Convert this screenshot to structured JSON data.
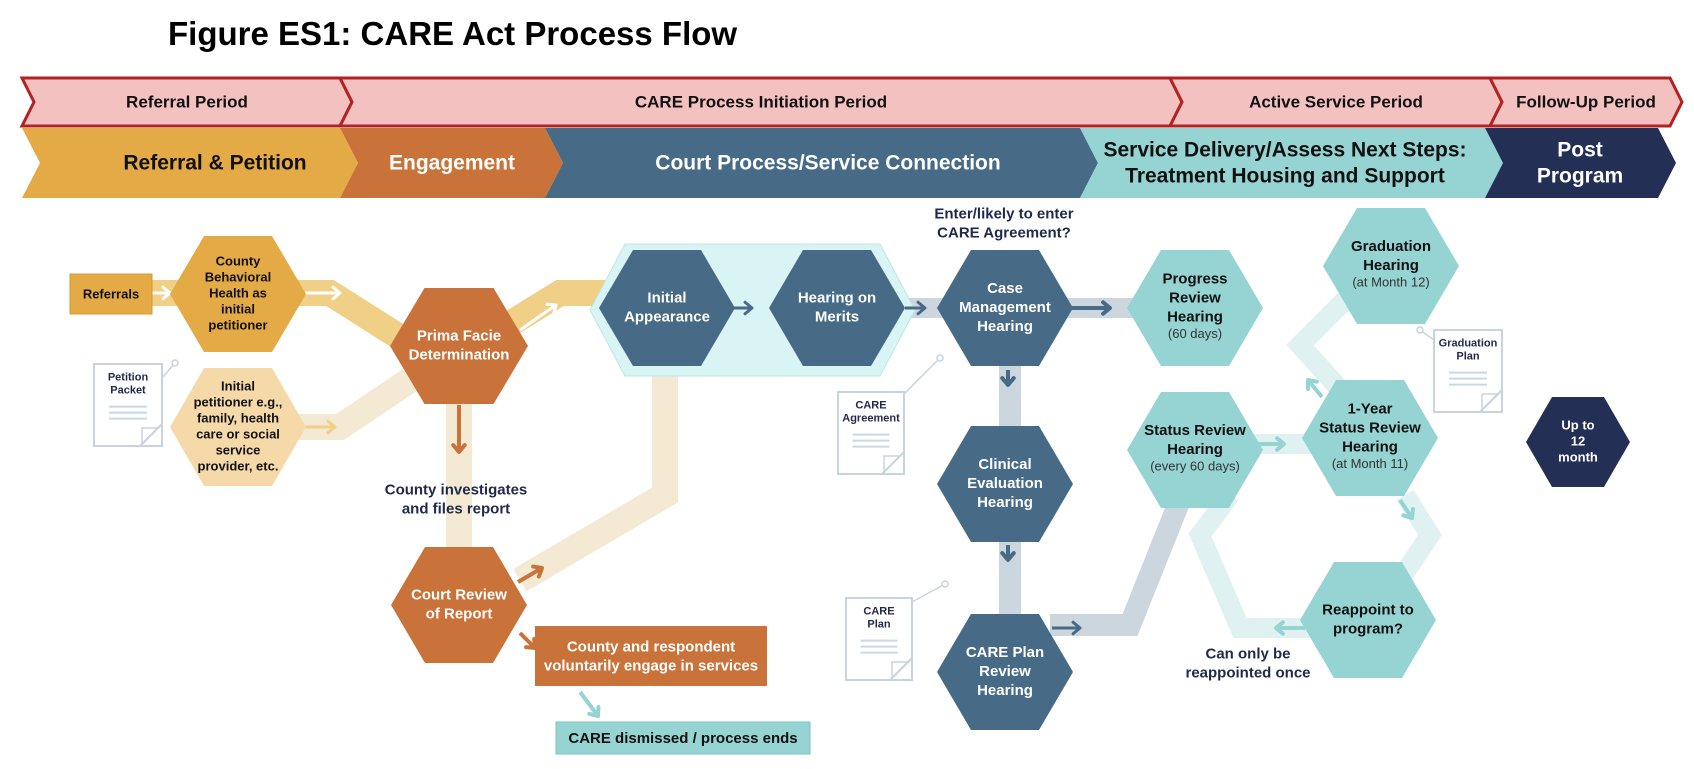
{
  "title": "Figure ES1: CARE Act Process Flow",
  "colors": {
    "period_fill": "#f2c1c0",
    "period_stroke": "#b22222",
    "phase_referral": "#e3aa45",
    "phase_engagement": "#c9733a",
    "phase_court": "#476a87",
    "phase_service": "#96d3d3",
    "phase_post": "#232f55",
    "text_dark": "#1f2a4a",
    "path_light_gold": "#f0cf87",
    "path_cream": "#f4ead4",
    "path_slate": "#ccd6df",
    "path_teal_light": "#dff1f1",
    "doc_stroke": "#c9d3dd"
  },
  "periods": [
    {
      "label": "Referral Period"
    },
    {
      "label": "CARE Process Initiation Period"
    },
    {
      "label": "Active Service Period"
    },
    {
      "label": "Follow-Up Period"
    }
  ],
  "phases": [
    {
      "lines": [
        "Referral & Petition"
      ]
    },
    {
      "lines": [
        "Engagement"
      ]
    },
    {
      "lines": [
        "Court Process/Service Connection"
      ]
    },
    {
      "lines": [
        "Service Delivery/Assess Next Steps:",
        "Treatment Housing and Support"
      ]
    },
    {
      "lines": [
        "Post",
        "Program"
      ]
    }
  ],
  "nodes": {
    "referrals": {
      "lines": [
        "Referrals"
      ]
    },
    "county_bh": {
      "lines": [
        "County",
        "Behavioral",
        "Health as",
        "initial",
        "petitioner"
      ]
    },
    "initial_petitioner": {
      "lines": [
        "Initial",
        "petitioner e.g.,",
        "family, health",
        "care or social",
        "service",
        "provider, etc."
      ]
    },
    "prima_facie": {
      "lines": [
        "Prima Facie",
        "Determination"
      ]
    },
    "court_review": {
      "lines": [
        "Court Review",
        "of Report"
      ]
    },
    "voluntary": {
      "lines": [
        "County and respondent",
        "voluntarily engage in services"
      ]
    },
    "dismissed": {
      "lines": [
        "CARE dismissed / process ends"
      ]
    },
    "initial_appearance": {
      "lines": [
        "Initial",
        "Appearance"
      ]
    },
    "hearing_merits": {
      "lines": [
        "Hearing on",
        "Merits"
      ]
    },
    "case_mgmt": {
      "lines": [
        "Case",
        "Management",
        "Hearing"
      ]
    },
    "clinical_eval": {
      "lines": [
        "Clinical",
        "Evaluation",
        "Hearing"
      ]
    },
    "care_plan_review": {
      "lines": [
        "CARE Plan",
        "Review",
        "Hearing"
      ]
    },
    "progress_review": {
      "lines": [
        "Progress",
        "Review",
        "Hearing"
      ],
      "sub": "(60 days)"
    },
    "status_review": {
      "lines": [
        "Status Review",
        "Hearing"
      ],
      "sub": "(every 60 days)"
    },
    "one_year_review": {
      "lines": [
        "1-Year",
        "Status Review",
        "Hearing"
      ],
      "sub": "(at Month 11)"
    },
    "graduation": {
      "lines": [
        "Graduation",
        "Hearing"
      ],
      "sub": "(at Month 12)"
    },
    "reappoint": {
      "lines": [
        "Reappoint to",
        "program?"
      ]
    },
    "up_to_12": {
      "lines": [
        "Up to",
        "12",
        "month"
      ]
    }
  },
  "documents": {
    "petition_packet": {
      "lines": [
        "Petition",
        "Packet"
      ]
    },
    "care_agreement": {
      "lines": [
        "CARE",
        "Agreement"
      ]
    },
    "care_plan": {
      "lines": [
        "CARE",
        "Plan"
      ]
    },
    "graduation_plan": {
      "lines": [
        "Graduation",
        "Plan"
      ]
    }
  },
  "annotations": {
    "county_investigates": {
      "lines": [
        "County investigates",
        "and files report"
      ]
    },
    "enter_agreement": {
      "lines": [
        "Enter/likely to enter",
        "CARE Agreement?"
      ]
    },
    "reappointed_once": {
      "lines": [
        "Can only be",
        "reappointed once"
      ]
    }
  }
}
